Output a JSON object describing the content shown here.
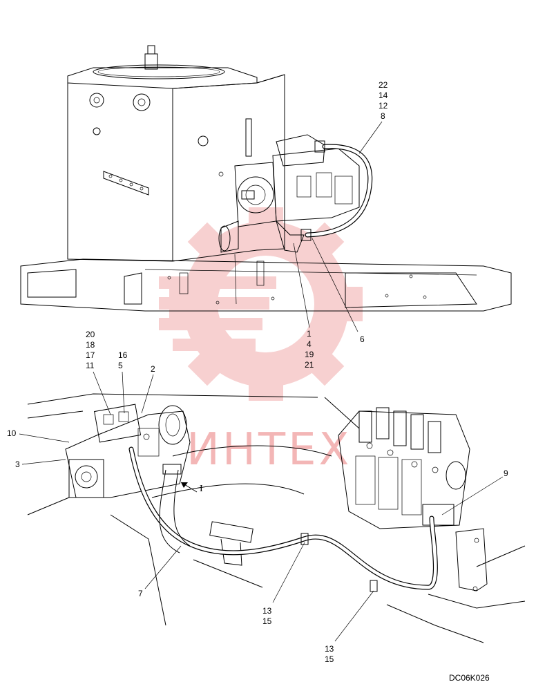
{
  "drawing_code": "DC06K026",
  "watermark_text": "ИНТЕХ",
  "view_marker": "I",
  "callouts": {
    "top_right_stack": [
      "22",
      "14",
      "12",
      "8"
    ],
    "mid_stack": [
      "1",
      "4",
      "19",
      "21"
    ],
    "item_6": "6",
    "left_stack": [
      "20",
      "18",
      "17",
      "11"
    ],
    "stack_16_5": [
      "16",
      "5"
    ],
    "item_2": "2",
    "item_10": "10",
    "item_3": "3",
    "item_9": "9",
    "item_7": "7",
    "clamp_a": [
      "13",
      "15"
    ],
    "clamp_b": [
      "13",
      "15"
    ]
  },
  "colors": {
    "line": "#000000",
    "watermark": "#f3b6b6",
    "background": "#ffffff"
  }
}
